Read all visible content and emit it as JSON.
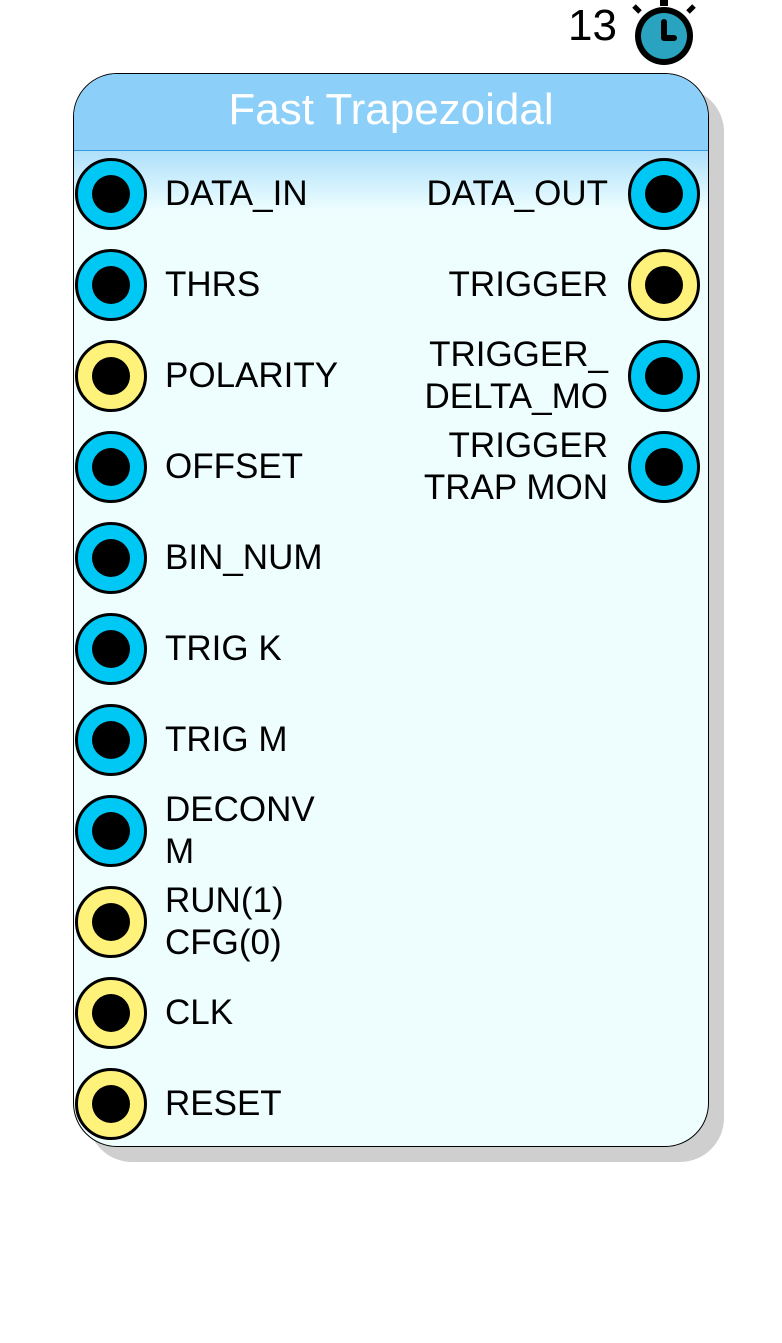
{
  "block": {
    "title": "Fast Trapezoidal",
    "count": "13"
  },
  "colors": {
    "header": "#8ccff8",
    "body": "#eefeff",
    "port_cyan": "#00c8f4",
    "port_yellow": "#fff27a",
    "clock": "#29a3c0"
  },
  "icons": {
    "timer": "clock-icon"
  },
  "inputs": [
    {
      "label": "DATA_IN",
      "color": "cyan"
    },
    {
      "label": "THRS",
      "color": "cyan"
    },
    {
      "label": "POLARITY",
      "color": "yellow"
    },
    {
      "label": "OFFSET",
      "color": "cyan"
    },
    {
      "label": "BIN_NUM",
      "color": "cyan"
    },
    {
      "label": "TRIG K",
      "color": "cyan"
    },
    {
      "label": "TRIG M",
      "color": "cyan"
    },
    {
      "label": "DECONV\nM",
      "color": "cyan"
    },
    {
      "label": "RUN(1)\nCFG(0)",
      "color": "yellow"
    },
    {
      "label": "CLK",
      "color": "yellow"
    },
    {
      "label": "RESET",
      "color": "yellow"
    }
  ],
  "outputs": [
    {
      "label": "DATA_OUT",
      "color": "cyan"
    },
    {
      "label": "TRIGGER",
      "color": "yellow"
    },
    {
      "label": "TRIGGER_\nDELTA_MO",
      "color": "cyan"
    },
    {
      "label": "TRIGGER\nTRAP MON",
      "color": "cyan"
    }
  ]
}
